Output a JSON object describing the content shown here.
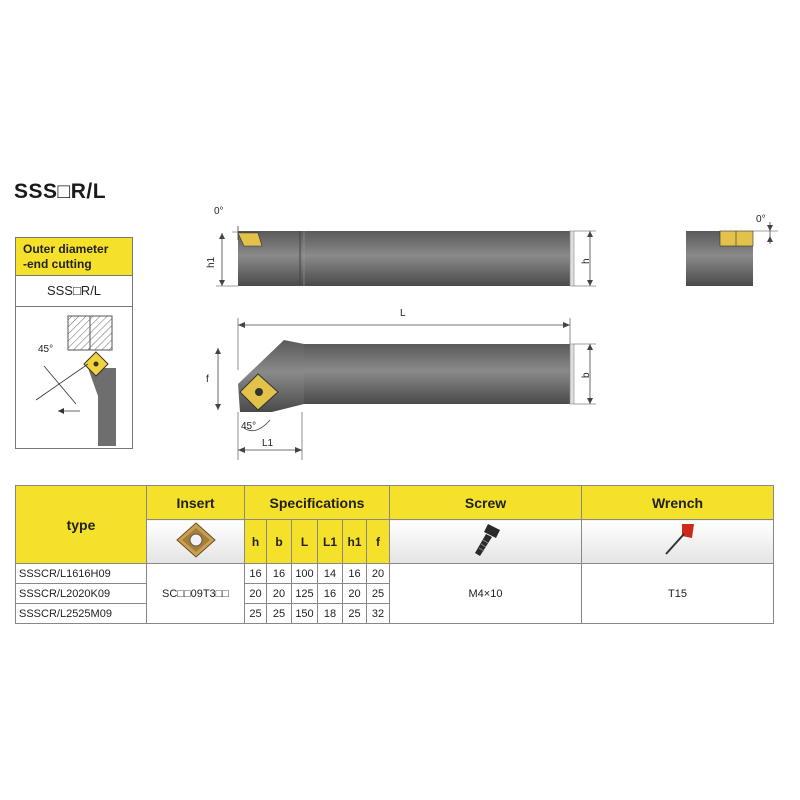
{
  "title": "SSS□R/L",
  "side_panel": {
    "heading_line1": "Outer diameter",
    "heading_line2": "-end cutting",
    "code": "SSS□R/L",
    "angle_label": "45°"
  },
  "top_view": {
    "angle_label": "0°",
    "h1_label": "h1",
    "h_label": "h"
  },
  "end_view": {
    "angle_label": "0°"
  },
  "side_view": {
    "L_label": "L",
    "f_label": "f",
    "b_label": "b",
    "angle_label": "45°",
    "L1_label": "L1"
  },
  "table": {
    "type_header": "type",
    "insert_header": "Insert",
    "specs_header": "Specifications",
    "screw_header": "Screw",
    "wrench_header": "Wrench",
    "spec_columns": [
      "h",
      "b",
      "L",
      "L1",
      "h1",
      "f"
    ],
    "insert_code": "SC□□09T3□□",
    "screw_value": "M4×10",
    "wrench_value": "T15",
    "rows": [
      {
        "type": "SSSCR/L1616H09",
        "values": [
          "16",
          "16",
          "100",
          "14",
          "16",
          "20"
        ]
      },
      {
        "type": "SSSCR/L2020K09",
        "values": [
          "20",
          "20",
          "125",
          "16",
          "20",
          "25"
        ]
      },
      {
        "type": "SSSCR/L2525M09",
        "values": [
          "25",
          "25",
          "150",
          "18",
          "25",
          "32"
        ]
      }
    ]
  },
  "colors": {
    "header_yellow": "#f5e12a",
    "tool_gray": "#6b6b6b",
    "insert_gold": "#c8a055",
    "wrench_red": "#cc2a1a"
  }
}
